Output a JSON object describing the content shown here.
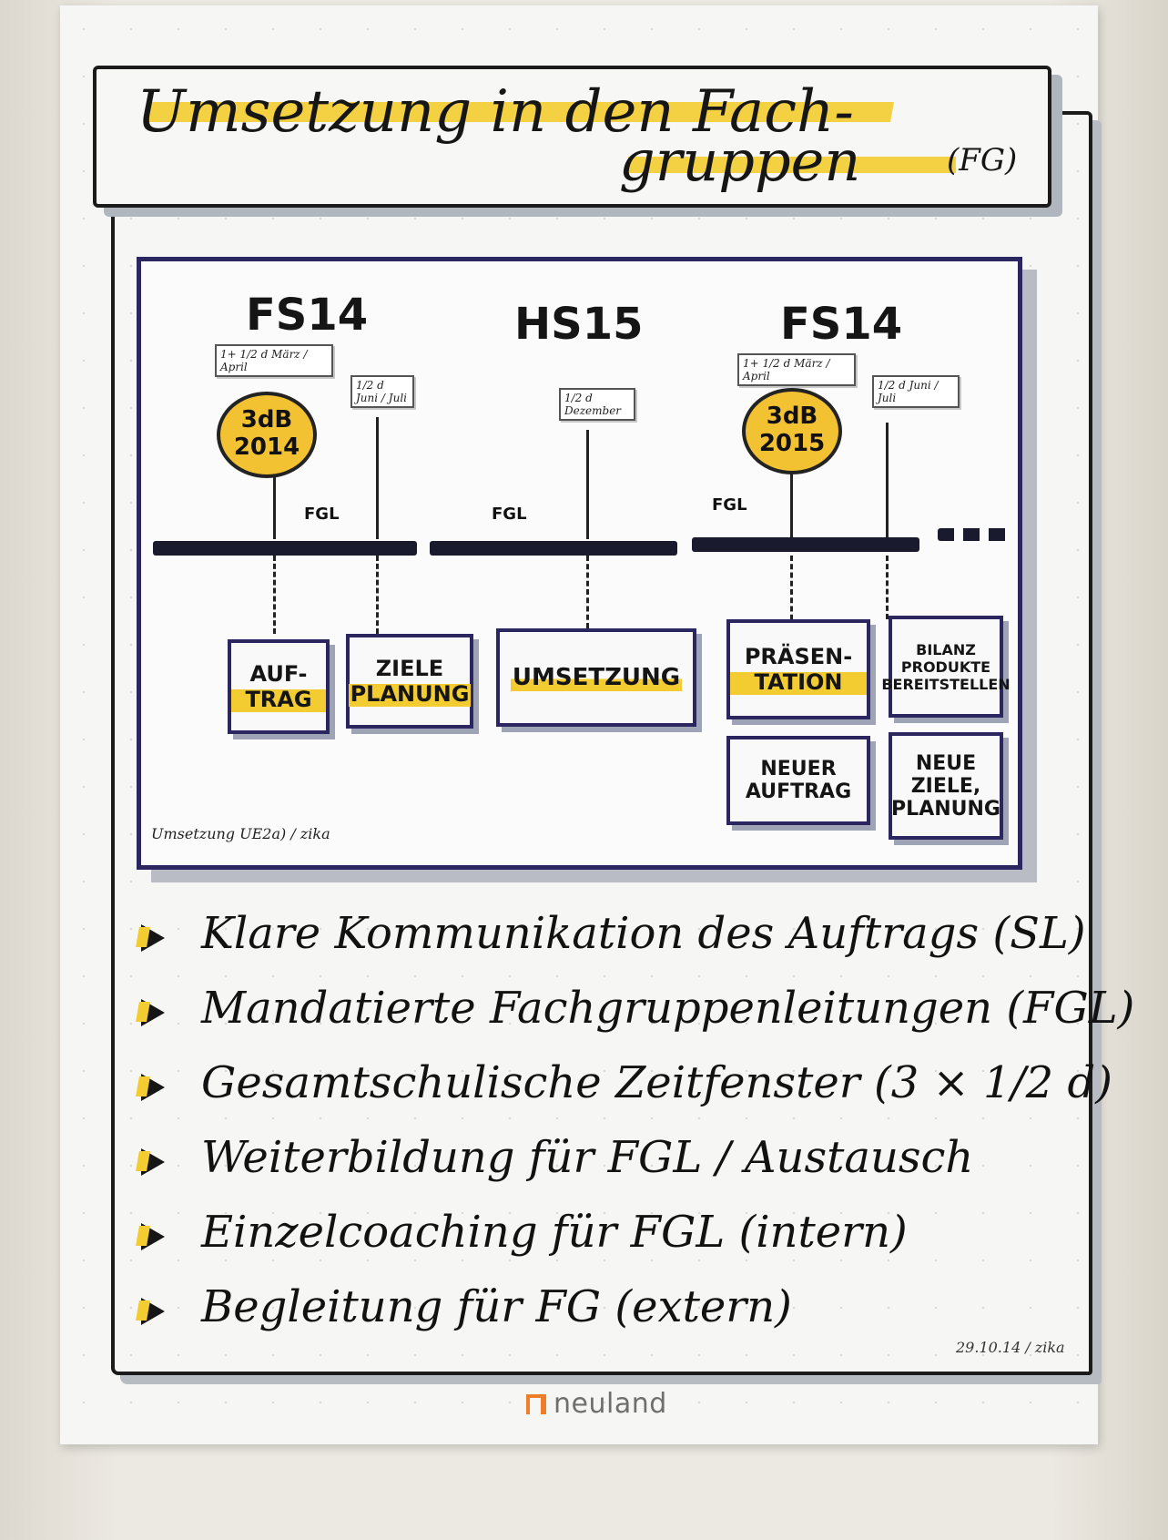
{
  "title": {
    "line1": "Umsetzung in den Fach-",
    "line2": "gruppen",
    "abbr": "(FG)"
  },
  "diagram": {
    "seasons": [
      "FS14",
      "HS15",
      "FS14"
    ],
    "dates": [
      "1+ 1/2 d März / April",
      "1/2 d Juni / Juli",
      "1/2 d Dezember",
      "1+ 1/2 d März / April",
      "1/2 d Juni / Juli"
    ],
    "suns": [
      "3dB 2014",
      "3dB 2015"
    ],
    "fgl_labels": [
      "FGL",
      "FGL",
      "FGL"
    ],
    "steps": [
      "AUF- TRAG",
      "ZIELE PLANUNG",
      "UMSETZUNG",
      "PRÄSEN- TATION",
      "BILANZ PRODUKTE BEREITSTELLEN",
      "NEUER AUFTRAG",
      "NEUE ZIELE, PLANUNG"
    ],
    "footer": "Umsetzung UE2a) / zika"
  },
  "bullets": [
    "Klare Kommunikation des Auftrags (SL)",
    "Mandatierte Fachgruppenleitungen (FGL)",
    "Gesamtschulische Zeitfenster (3 × 1/2 d)",
    "Weiterbildung für FGL / Austausch",
    "Einzelcoaching für FGL (intern)",
    "Begleitung für FG (extern)"
  ],
  "signature": "29.10.14 / zika",
  "logo": {
    "text": "neuland"
  },
  "colors": {
    "highlight": "#f2cc30",
    "ink": "#161616",
    "frame_blue": "#2c2660",
    "logo_orange": "#ee7d2c"
  }
}
